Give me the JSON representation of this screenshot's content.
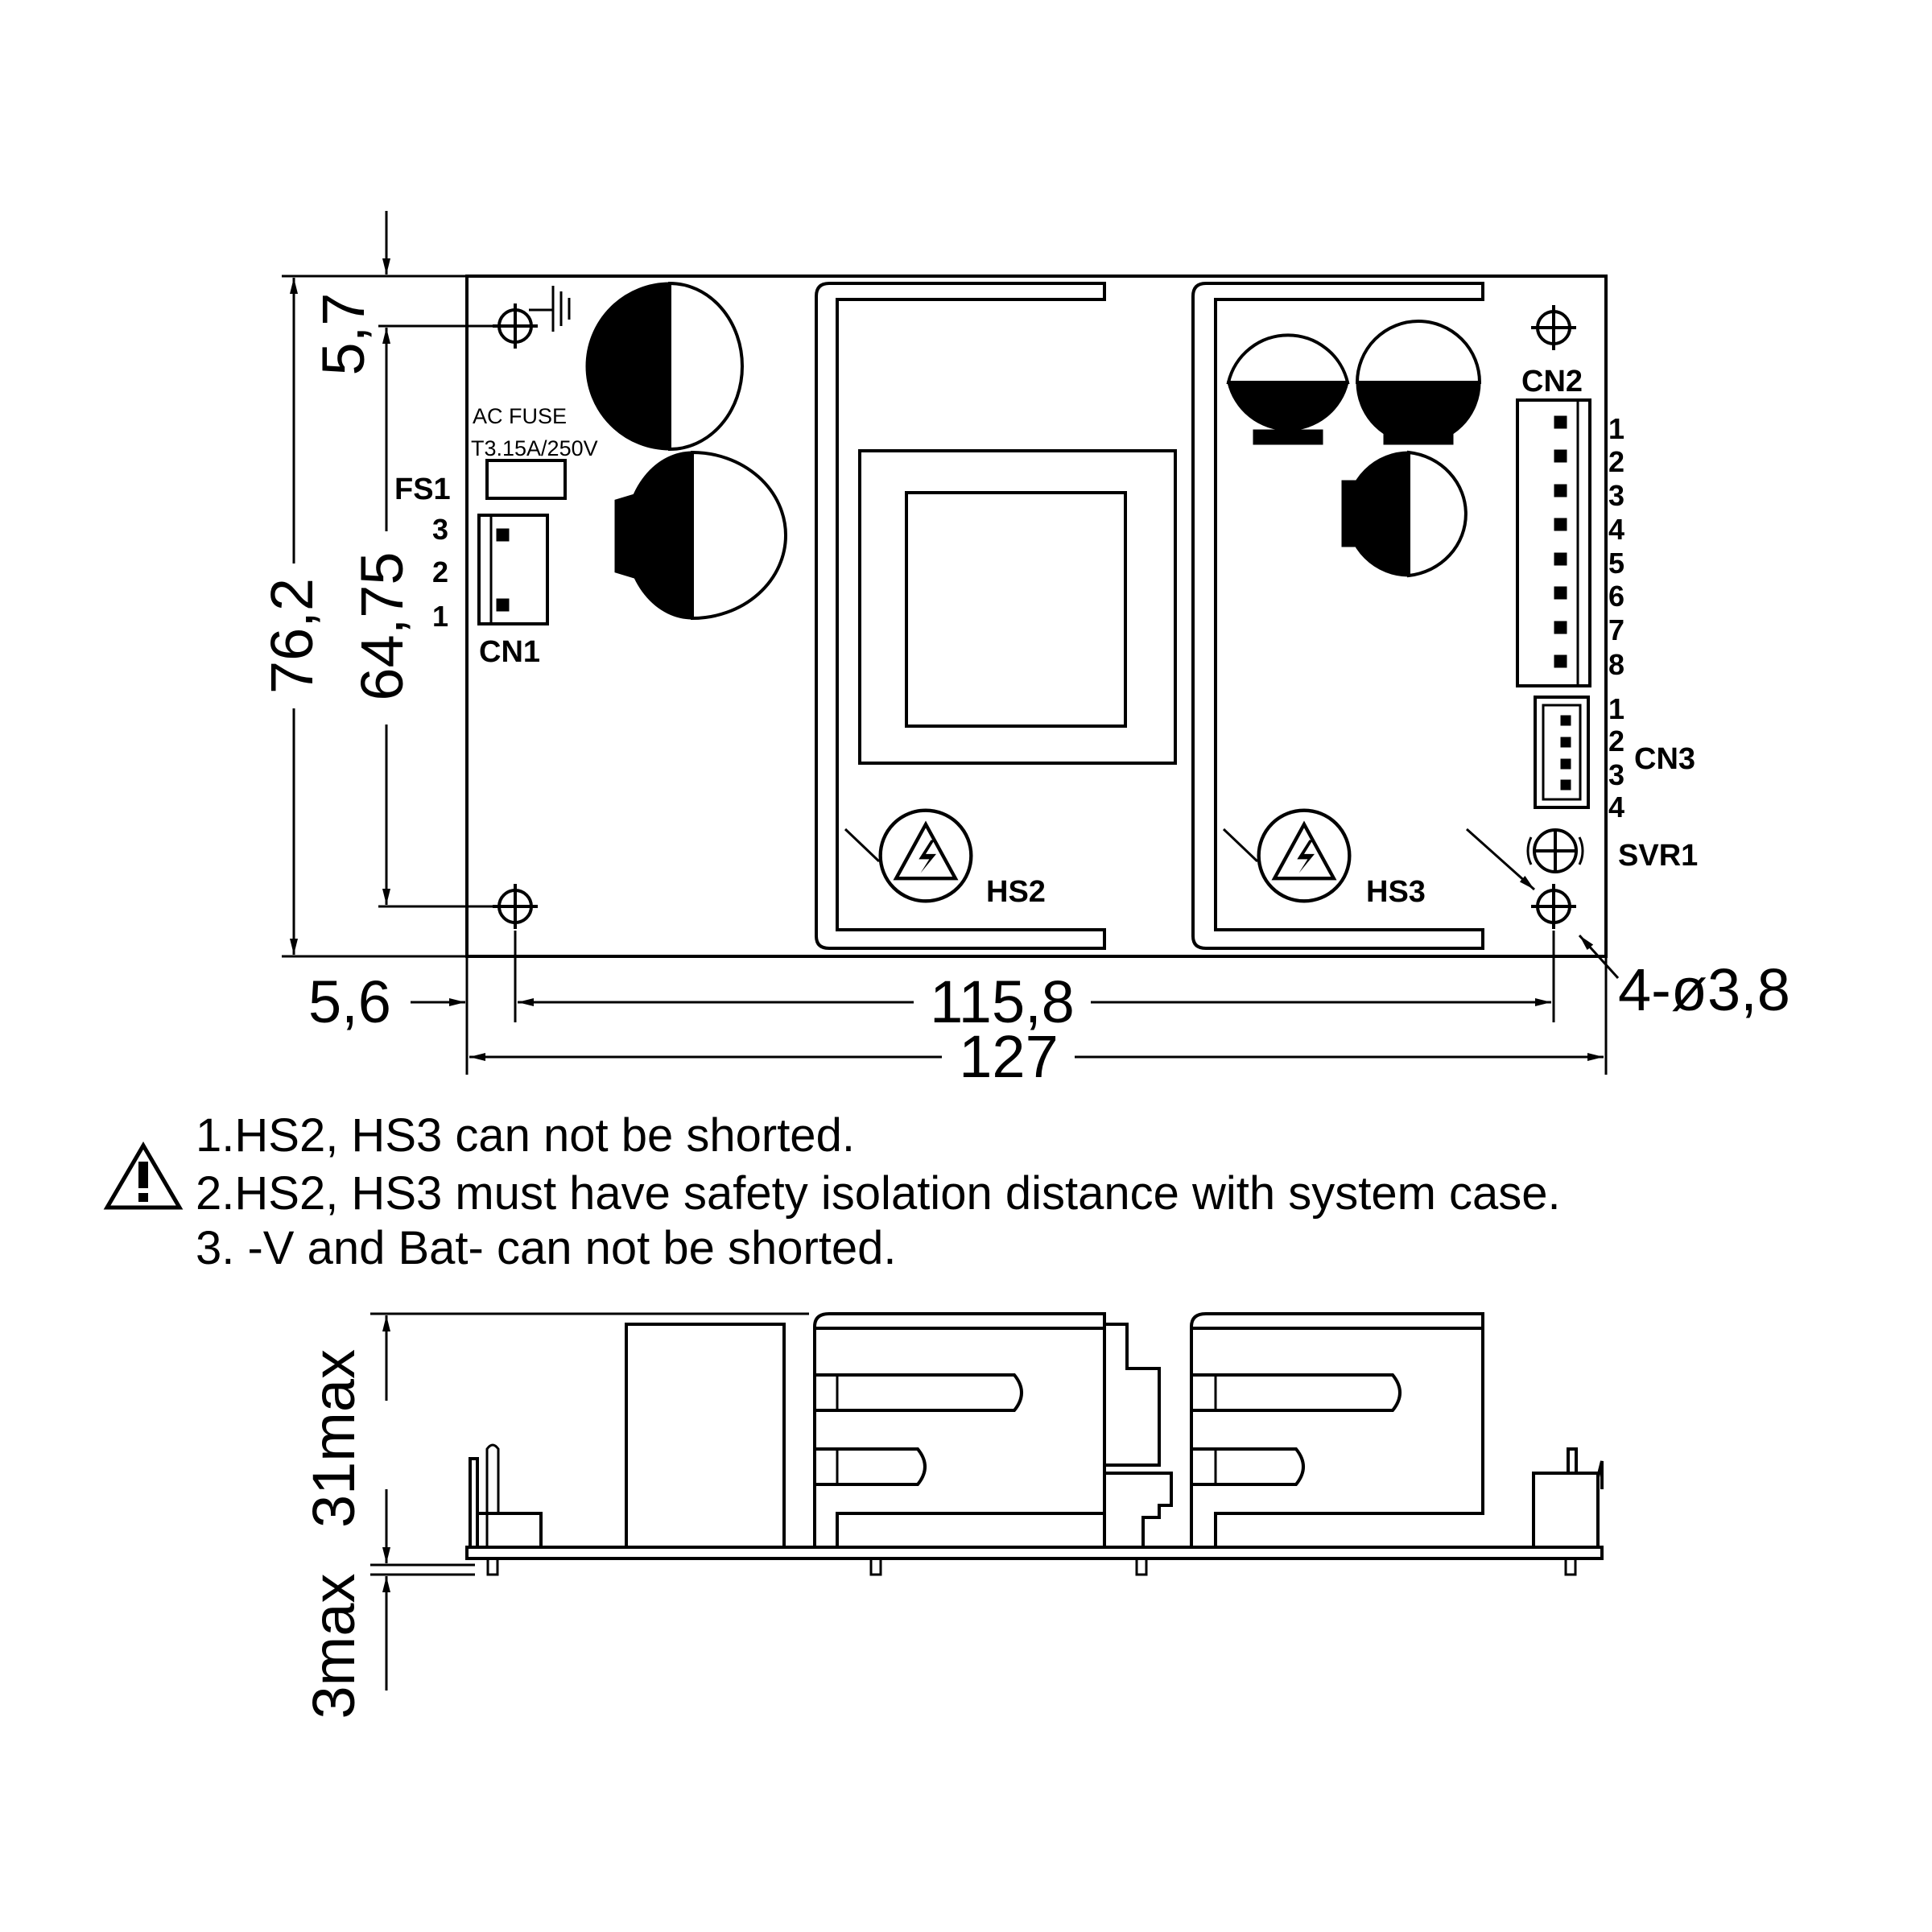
{
  "dimensions": {
    "top_offset": "5,7",
    "pcb_height": "76,2",
    "hole_pitch_vertical": "64,75",
    "left_offset": "5,6",
    "hole_pitch_horizontal": "115,8",
    "pcb_width": "127",
    "holes": "4-ø3,8",
    "component_height": "31max",
    "solder_side_height": "3max"
  },
  "labels": {
    "fuse_title": "AC FUSE",
    "fuse_rating": "T3.15A/250V",
    "fs1": "FS1",
    "cn1": "CN1",
    "cn2": "CN2",
    "cn3": "CN3",
    "hs2": "HS2",
    "hs3": "HS3",
    "svr1": "SVR1"
  },
  "cn1_pins": [
    "3",
    "2",
    "1"
  ],
  "cn2_pins": [
    "1",
    "2",
    "3",
    "4",
    "5",
    "6",
    "7",
    "8"
  ],
  "cn3_pins": [
    "1",
    "2",
    "3",
    "4"
  ],
  "notes": [
    "1.HS2, HS3 can not be shorted.",
    "2.HS2, HS3 must have safety isolation distance with system case.",
    "3. -V and Bat- can not be shorted."
  ],
  "warning_icon": "warning-triangle-icon"
}
